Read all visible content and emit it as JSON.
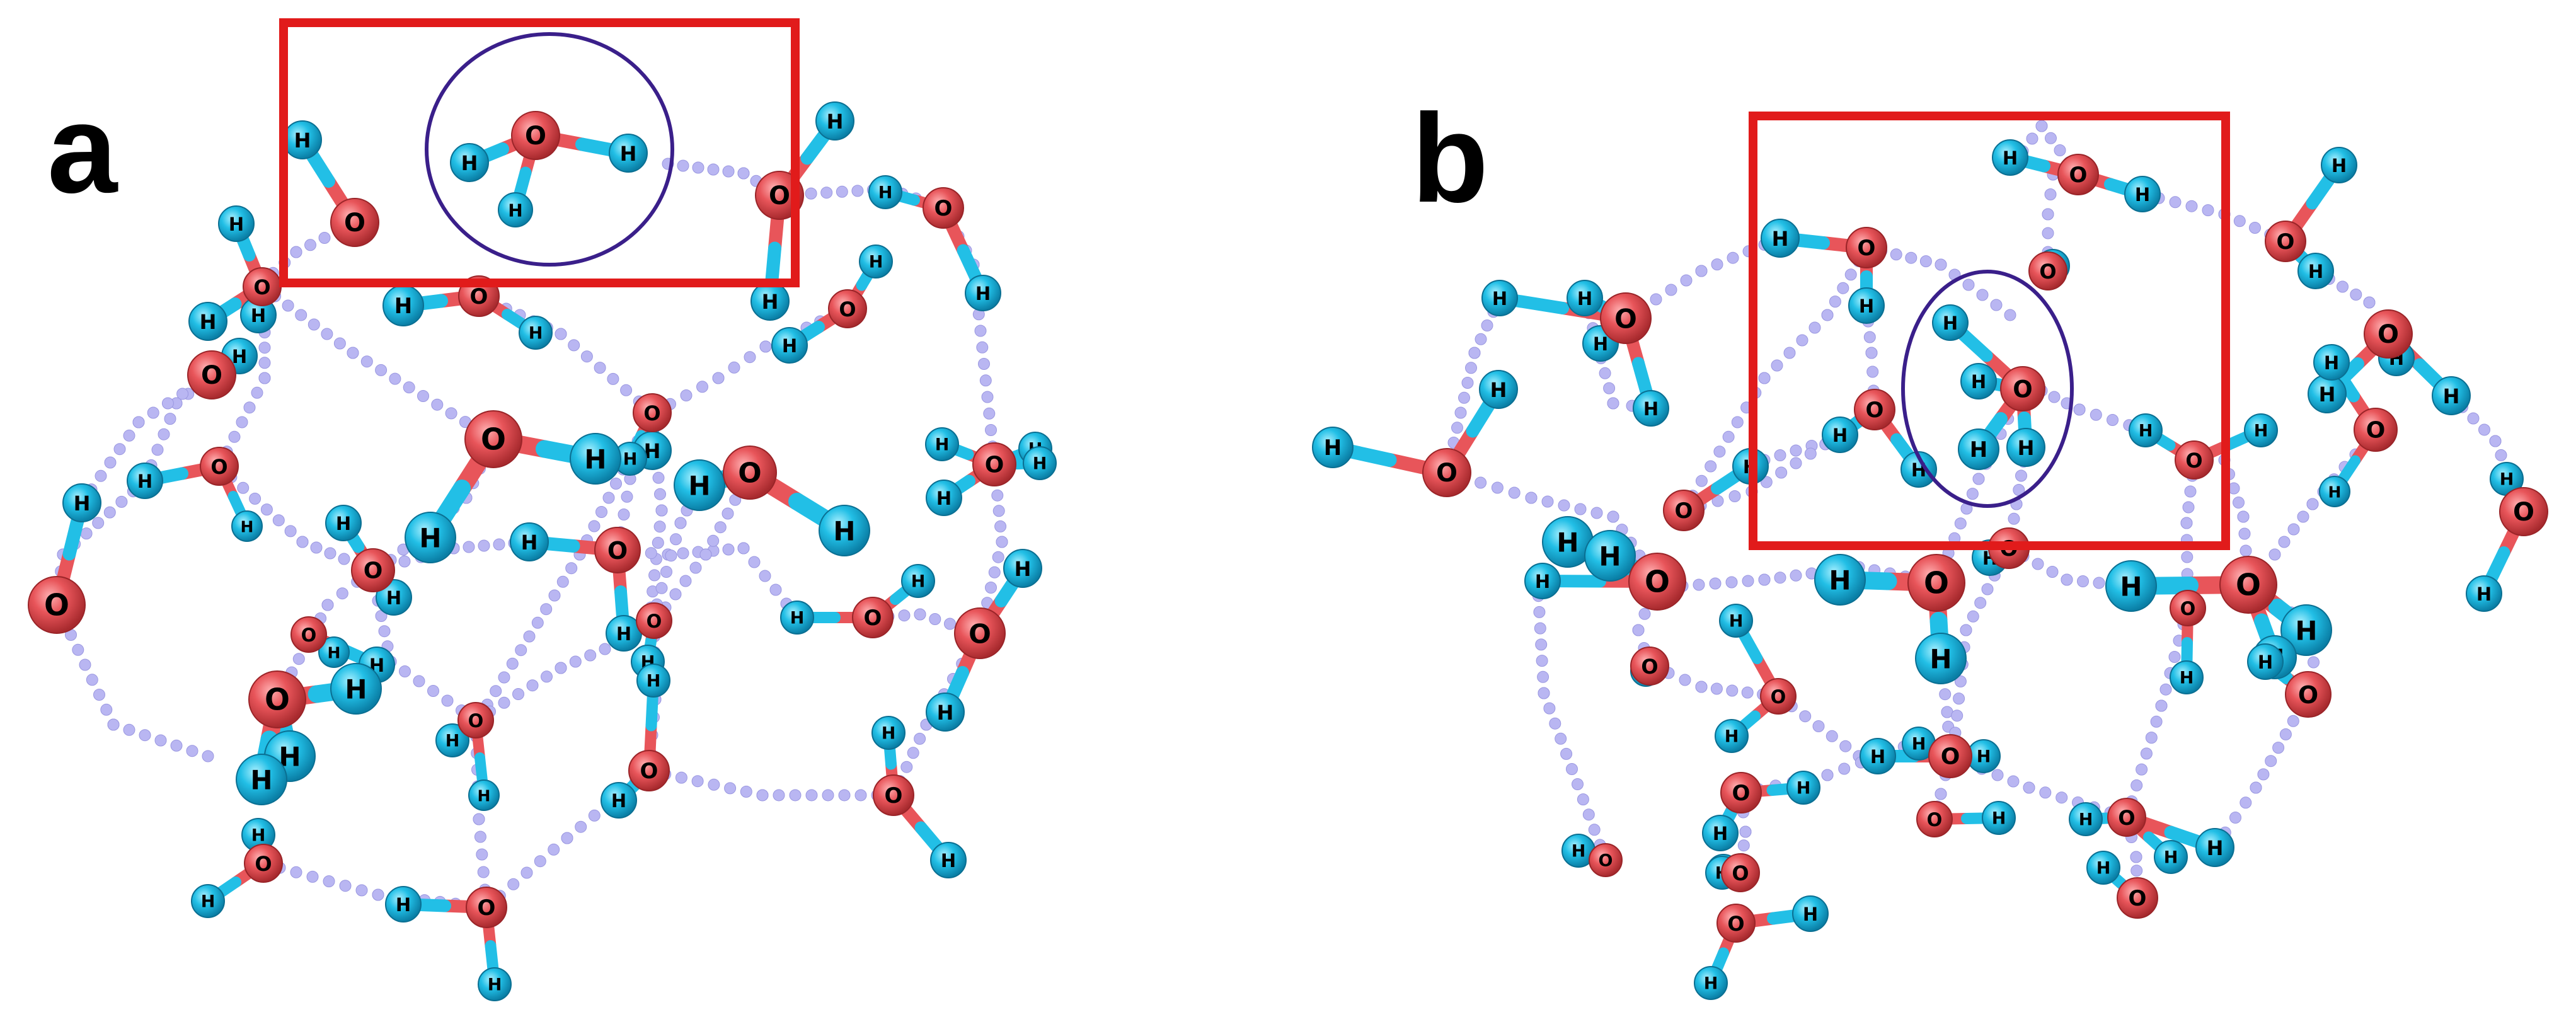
{
  "panels": [
    {
      "id": "a",
      "label": "a"
    },
    {
      "id": "b",
      "label": "b"
    }
  ],
  "atom_labels": {
    "oxygen": "O",
    "hydrogen": "H"
  },
  "colors": {
    "oxygen": "#e8555a",
    "hydrogen": "#22bfe6",
    "hbond_dot": "#b9b6f2",
    "highlight_box": "#e11b1b",
    "highlight_circle": "#3a1f8a"
  }
}
